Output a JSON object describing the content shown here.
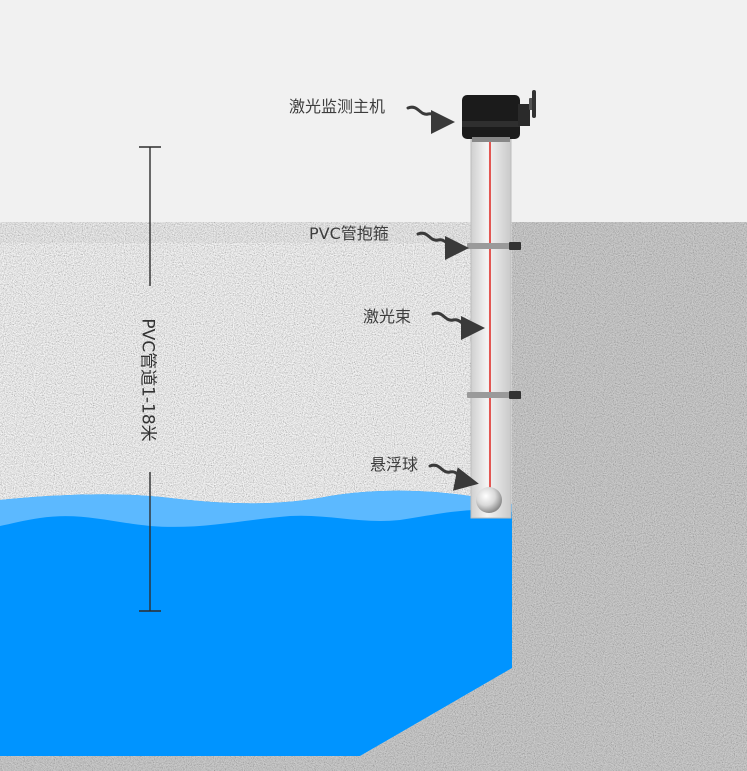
{
  "labels": {
    "host": "激光监测主机",
    "clamp": "PVC管抱箍",
    "beam": "激光束",
    "float_ball": "悬浮球",
    "range": "PVC管道1-18米"
  },
  "colors": {
    "sky": "#f1f1f1",
    "ground": "#d4d4d4",
    "water_deep": "#0094ff",
    "water_light": "#5cb9ff",
    "laser": "#e0312c",
    "pipe": "#e6e6e6",
    "clamp": "#9a9a9a",
    "host": "#1b1b1b",
    "arrow": "#3a3a3a",
    "text": "#3d3d3d"
  },
  "icons": [
    "laser-host-icon",
    "pipe-clamp-icon",
    "float-ball-icon",
    "pointer-arrow-icon"
  ]
}
